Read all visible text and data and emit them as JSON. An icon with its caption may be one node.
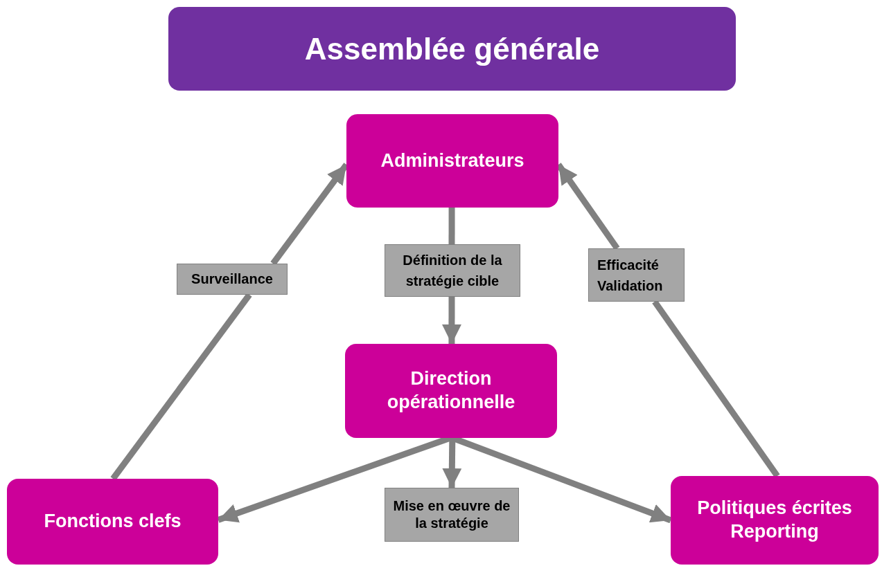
{
  "diagram": {
    "nodes": [
      {
        "text": [
          "Assemblée générale"
        ]
      },
      {
        "text": [
          "Administrateurs"
        ]
      },
      {
        "text": [
          "Surveillance"
        ]
      },
      {
        "text": [
          "Définition de la stratégie cible"
        ]
      },
      {
        "text": [
          "Efficacité Validation"
        ]
      },
      {
        "text": [
          "Direction opérationnelle"
        ]
      },
      {
        "text": [
          "Fonctions clefs"
        ]
      },
      {
        "text": [
          "Mise en œuvre de la stratégie"
        ]
      },
      {
        "text": [
          "Politiques écrites Reporting"
        ]
      }
    ],
    "edges": [
      {
        "from": 6,
        "to": 2,
        "arrow": "none"
      },
      {
        "from": 2,
        "to": 1,
        "arrow": "to"
      },
      {
        "from": 1,
        "to": 3,
        "arrow": "none"
      },
      {
        "from": 3,
        "to": 5,
        "arrow": "to"
      },
      {
        "from": 8,
        "to": 4,
        "arrow": "none"
      },
      {
        "from": 4,
        "to": 1,
        "arrow": "to"
      },
      {
        "from": 5,
        "to": 6,
        "arrow": "to"
      },
      {
        "from": 5,
        "to": 7,
        "arrow": "to"
      },
      {
        "from": 5,
        "to": 8,
        "arrow": "to"
      }
    ]
  }
}
